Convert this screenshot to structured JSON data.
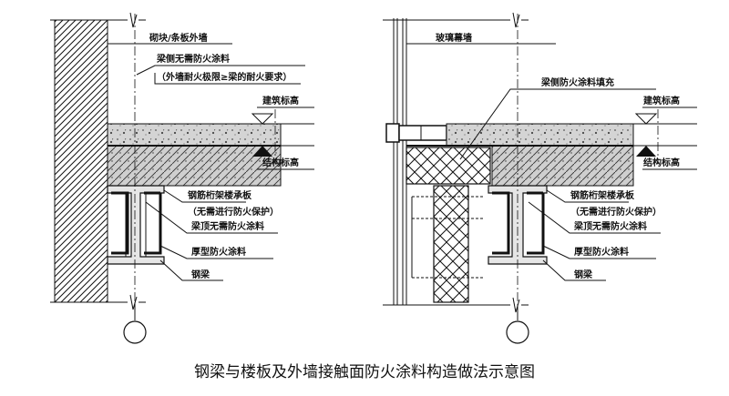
{
  "caption": "钢梁与楼板及外墙接触面防火涂料构造做法示意图",
  "left": {
    "labels": [
      "砌块/条板外墙",
      "梁侧无需防火涂料",
      "（外墙耐火极限≥梁的耐火要求）",
      "建筑标高",
      "结构标高",
      "钢筋桁架楼承板",
      "（无需进行防火保护）",
      "梁顶无需防火涂料",
      "厚型防火涂料",
      "钢梁"
    ]
  },
  "right": {
    "labels": [
      "玻璃幕墙",
      "梁侧防火涂料填充",
      "建筑标高",
      "结构标高",
      "钢筋桁架楼承板",
      "（无需进行防火保护）",
      "梁顶无需防火涂料",
      "厚型防火涂料",
      "钢梁"
    ]
  }
}
